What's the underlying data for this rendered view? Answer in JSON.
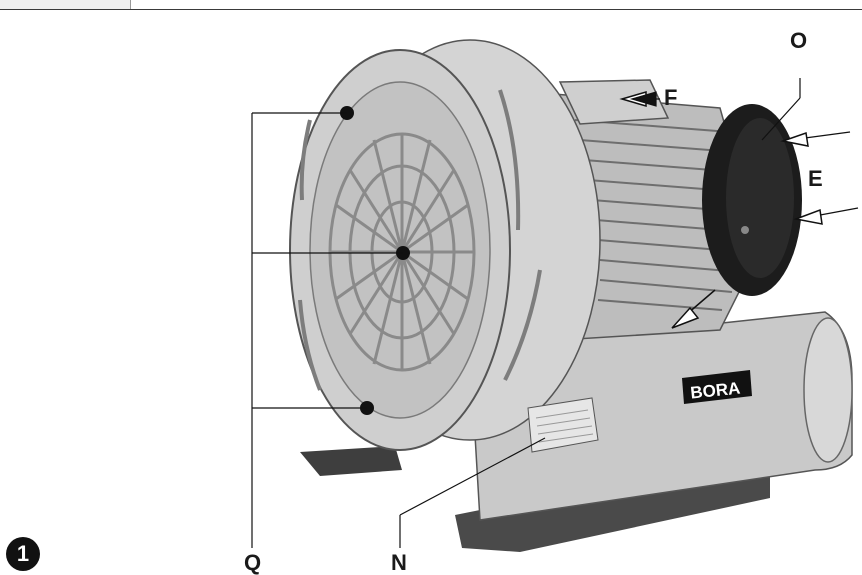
{
  "figure_number": "1",
  "brand_logo": "BORA",
  "labels": {
    "O": "O",
    "F": "F",
    "E": "E",
    "Q": "Q",
    "N": "N"
  },
  "colors": {
    "line": "#111111",
    "metal_light": "#d9d9d9",
    "metal_mid": "#b5b5b5",
    "metal_dark": "#7a7a7a",
    "motor_cap": "#1c1c1c",
    "base": "#4a4a4a"
  }
}
